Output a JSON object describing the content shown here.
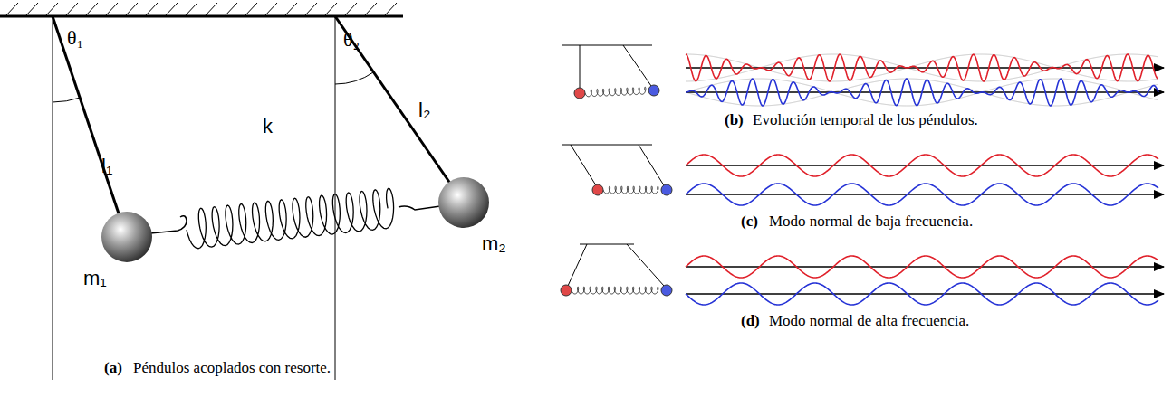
{
  "diagram": {
    "labels": [
      "θ₁",
      "l₁",
      "k",
      "θ₂",
      "l₂",
      "m₁",
      "m₂",
      "(a)",
      "Péndulos acoplados con resorte.",
      "(b)",
      "Evolución temporal de los péndulos.",
      "(c)",
      "Modo normal de baja frecuencia.",
      "(d)",
      "Modo normal de alta frecuencia."
    ]
  }
}
